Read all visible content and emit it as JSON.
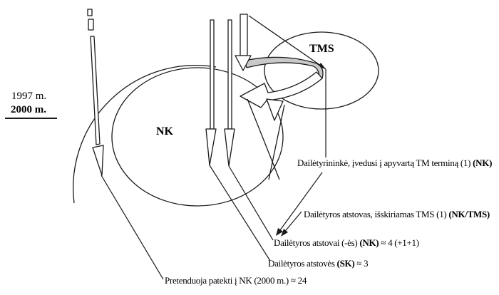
{
  "legend": {
    "year_1997": "1997 m.",
    "year_2000": "2000 m."
  },
  "sets": {
    "nk": "NK",
    "tms": "TMS"
  },
  "labels": {
    "researcher": {
      "pre": "Dailėtyrininkė, įvedusi į apyvartą TM terminą (1) ",
      "bold": "(NK)",
      "post": ""
    },
    "tms_member": {
      "pre": "Dailėtyros atstovas, išskiriamas TMS (1) ",
      "bold": "(NK/TMS)",
      "post": ""
    },
    "nk_members": {
      "pre": "Dailėtyros atstovai (-ės) ",
      "bold": "(NK)",
      "post": " ≈ 4 (+1+1)"
    },
    "sk_members": {
      "pre": "Dailėtyros atstovės ",
      "bold": "(SK)",
      "post": " ≈ 3"
    },
    "candidates": {
      "pre": "Pretenduoja patekti į NK (2000 m.) ≈ 24",
      "bold": "",
      "post": ""
    }
  },
  "colors": {
    "stroke": "#1a1a1a",
    "ribbon_fill": "#c9c9c9",
    "background": "#ffffff"
  }
}
